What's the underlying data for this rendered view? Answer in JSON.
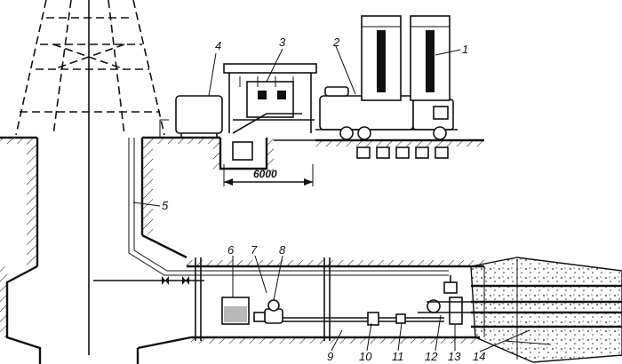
{
  "labels": {
    "n1": "1",
    "n2": "2",
    "n3": "3",
    "n4": "4",
    "n5": "5",
    "n6": "6",
    "n7": "7",
    "n8": "8",
    "n9": "9",
    "n10": "10",
    "n11": "11",
    "n12": "12",
    "n13": "13",
    "n14": "14"
  },
  "dimension": "6000"
}
